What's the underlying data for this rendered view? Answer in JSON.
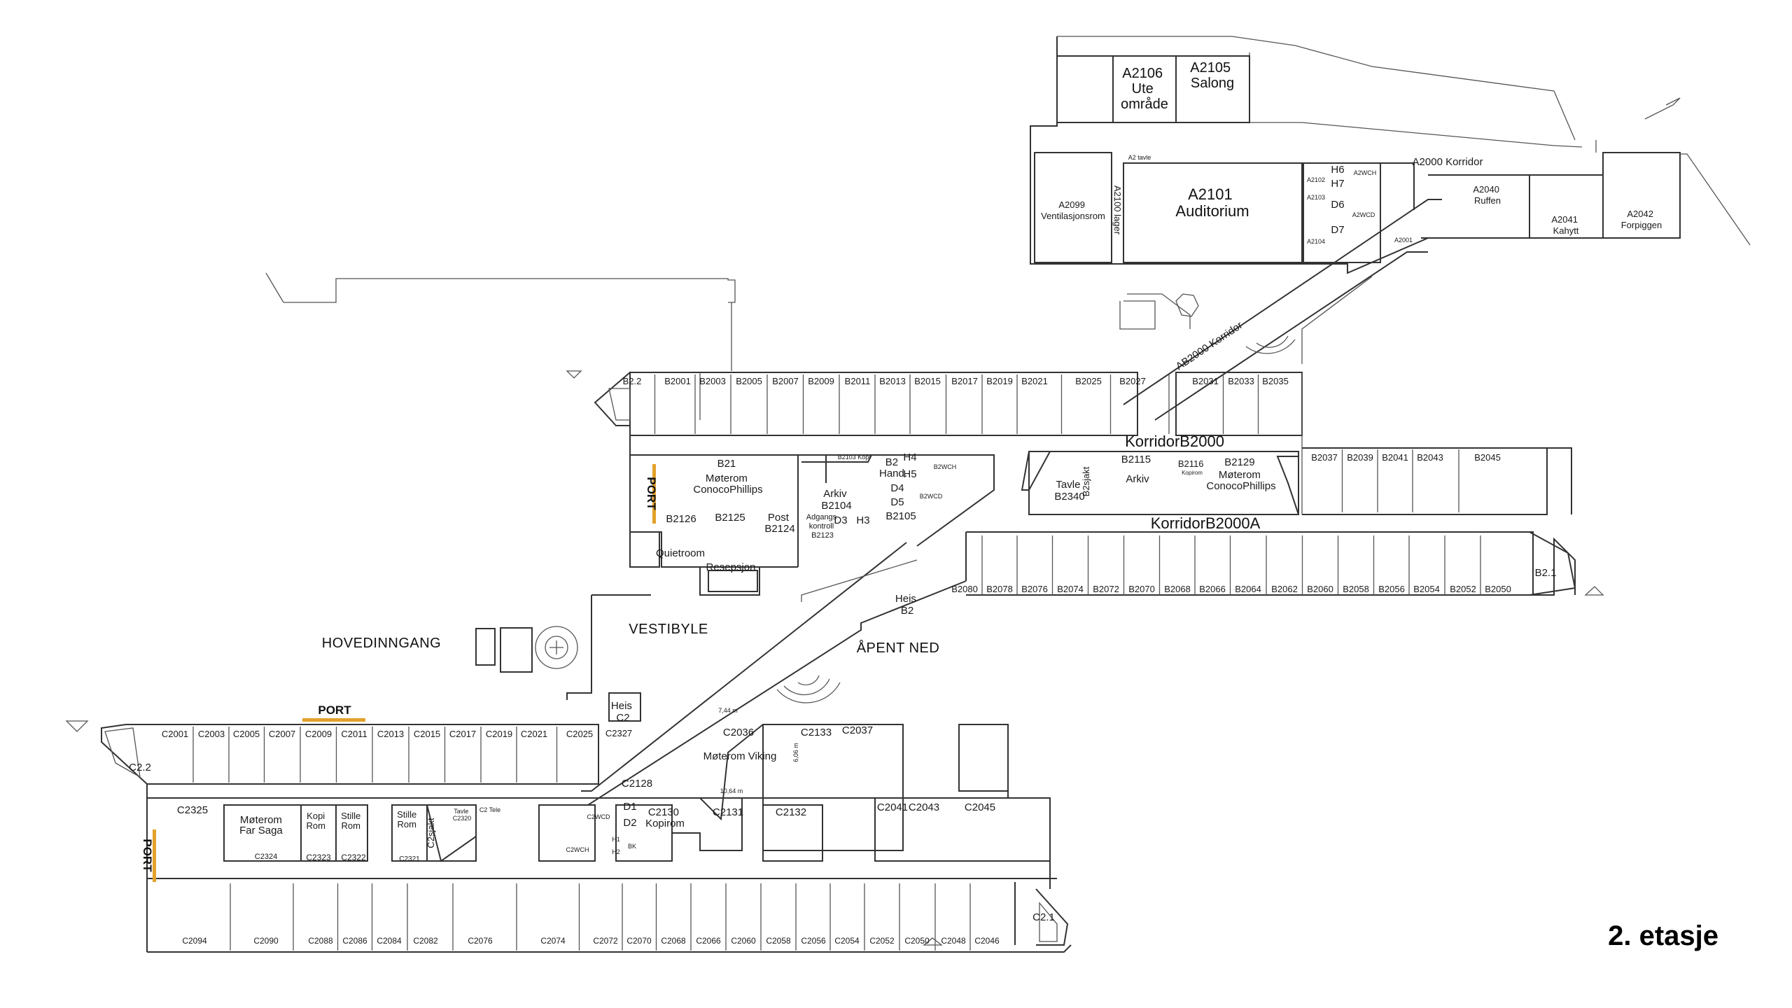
{
  "floor_label": "2. etasje",
  "area_labels": {
    "hovedinngang": "HOVEDINNGANG",
    "vestibyle": "VESTIBYLE",
    "apent_ned": "ÅPENT NED",
    "korridor_b2000": "KorridorB2000",
    "korridor_b2000a": "KorridorB2000A",
    "a2000_korridor": "A2000 Korridor",
    "ab2000_korridor": "AB2000 Korridor",
    "port_label": "PORT"
  },
  "a_wing": {
    "a2106": [
      "A2106",
      "Ute",
      "område"
    ],
    "a2105": [
      "A2105",
      "Salong"
    ],
    "a2101": [
      "A2101",
      "Auditorium"
    ],
    "a2099": [
      "A2099",
      "Ventilasjonsrom"
    ],
    "a2040": [
      "A2040",
      "Ruffen"
    ],
    "a2041": [
      "A2041",
      "Kahytt"
    ],
    "a2042": [
      "A2042",
      "Forpiggen"
    ],
    "a2100": "A2100 lager",
    "a2_tavle": "A2 tavle",
    "small": [
      "H6",
      "H7",
      "D6",
      "D7",
      "A2WCH",
      "A2WCD",
      "A2102",
      "A2103",
      "A2104",
      "A2001"
    ]
  },
  "b_wing": {
    "top_row": [
      "B2.2",
      "B2001",
      "B2003",
      "B2005",
      "B2007",
      "B2009",
      "B2011",
      "B2013",
      "B2015",
      "B2017",
      "B2019",
      "B2021",
      "B2025",
      "B2027",
      "B2031",
      "B2033",
      "B2035"
    ],
    "right_row": [
      "B2037",
      "B2039",
      "B2041",
      "B2043",
      "B2045"
    ],
    "bottom_row": [
      "B2080",
      "B2078",
      "B2076",
      "B2074",
      "B2072",
      "B2070",
      "B2068",
      "B2066",
      "B2064",
      "B2062",
      "B2060",
      "B2058",
      "B2056",
      "B2054",
      "B2052",
      "B2050"
    ],
    "b21": [
      "B21",
      "Møterom",
      "ConocoPhillips"
    ],
    "arkiv_b2104": [
      "Arkiv",
      "B2104"
    ],
    "b2_hand": [
      "B2",
      "Hand."
    ],
    "post": [
      "Post",
      "B2124"
    ],
    "adgang": [
      "Adgangs",
      "kontroll",
      "B2123"
    ],
    "b2125": "B2125",
    "b2126": "B2126",
    "quietroom": "Quietroom",
    "resepsjon": "Resepsjon",
    "b2105": "B2105",
    "b2115_arkiv": [
      "B2115",
      "Arkiv"
    ],
    "b2116": [
      "B2116",
      "Kopirom"
    ],
    "b2129": [
      "B2129",
      "Møterom",
      "ConocoPhillips"
    ],
    "tavle_b2340": [
      "Tavle",
      "B2340"
    ],
    "b2sjakt": "B2sjakt",
    "heis_b2": [
      "Heis",
      "B2"
    ],
    "b2_1": "B2.1",
    "small": [
      "H4",
      "H5",
      "D4",
      "D5",
      "D3",
      "H3",
      "B2WCH",
      "B2WCD",
      "B2103 Kopi"
    ]
  },
  "c_wing": {
    "top_row": [
      "C2001",
      "C2003",
      "C2005",
      "C2007",
      "C2009",
      "C2011",
      "C2013",
      "C2015",
      "C2017",
      "C2019",
      "C2021",
      "C2025"
    ],
    "bottom_row": [
      "C2094",
      "C2090",
      "C2088",
      "C2086",
      "C2084",
      "C2082",
      "C2076",
      "C2074",
      "C2072",
      "C2070",
      "C2068",
      "C2066",
      "C2060",
      "C2058",
      "C2056",
      "C2054",
      "C2052",
      "C2050",
      "C2048",
      "C2046"
    ],
    "c2_2": "C2.2",
    "c2_1": "C2.1",
    "heis_c2": [
      "Heis",
      "C2"
    ],
    "c2327": "C2327",
    "c2036": [
      "C2036",
      "Møterom Viking"
    ],
    "c2133": "C2133",
    "c2037": "C2037",
    "c2128": "C2128",
    "c2325": "C2325",
    "far_saga": [
      "Møterom",
      "Far Saga",
      "C2324"
    ],
    "kopi_rom": [
      "Kopi",
      "Rom",
      "C2323"
    ],
    "stille_rom1": [
      "Stille",
      "Rom",
      "C2322"
    ],
    "stille_rom2": [
      "Stille",
      "Rom",
      "C2321"
    ],
    "c2sjakt": "C2sjakt",
    "tavle_c2320": [
      "Tavle",
      "C2320"
    ],
    "c2_tele": "C2 Tele",
    "c2130": [
      "C2130",
      "Kopirom"
    ],
    "c2131": "C2131",
    "c2132": "C2132",
    "c2041": "C2041",
    "c2043": "C2043",
    "c2045": "C2045",
    "small": [
      "D1",
      "D2",
      "H1",
      "H2",
      "BK",
      "C2WCD",
      "C2WCH"
    ]
  },
  "measurements": [
    "7,44 m",
    "10,64 m",
    "6,06 m"
  ]
}
